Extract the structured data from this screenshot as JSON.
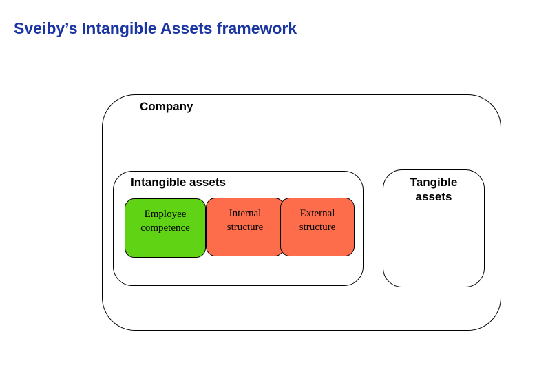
{
  "title": "Sveiby’s Intangible Assets framework",
  "colors": {
    "title_blue": "#1A35A2",
    "green": "#61D315",
    "orange": "#FD6D4B",
    "border_black": "#000000",
    "background": "#FFFFFF"
  },
  "company": {
    "label": "Company",
    "intangible": {
      "label": "Intangible assets",
      "boxes": [
        {
          "label": "Employee competence",
          "color": "green"
        },
        {
          "label": "Internal structure",
          "color": "orange"
        },
        {
          "label": "External structure",
          "color": "orange"
        }
      ]
    },
    "tangible": {
      "label": "Tangible assets"
    }
  }
}
